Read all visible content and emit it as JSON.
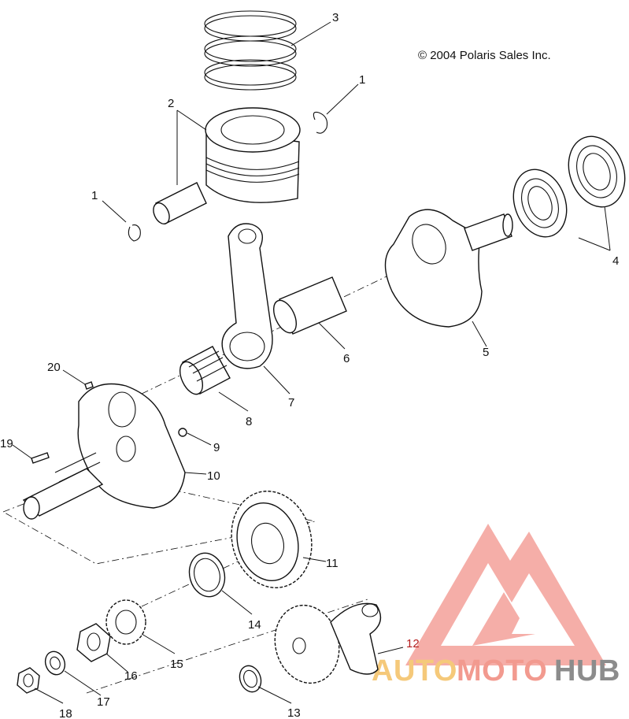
{
  "copyright": "© 2004 Polaris Sales Inc.",
  "callouts": {
    "c1a": "1",
    "c1b": "1",
    "c2": "2",
    "c3": "3",
    "c4": "4",
    "c5": "5",
    "c6": "6",
    "c7": "7",
    "c8": "8",
    "c9": "9",
    "c10": "10",
    "c11": "11",
    "c12": "12",
    "c13": "13",
    "c14": "14",
    "c15": "15",
    "c16": "16",
    "c17": "17",
    "c18": "18",
    "c19": "19",
    "c20": "20"
  },
  "watermark": {
    "part1": "AUTO",
    "part2": "MOTO",
    "part3": "HUB",
    "color_primary": "#f08c86",
    "color_secondary": "#f5c97a",
    "color_tertiary": "#8a8a8a"
  }
}
